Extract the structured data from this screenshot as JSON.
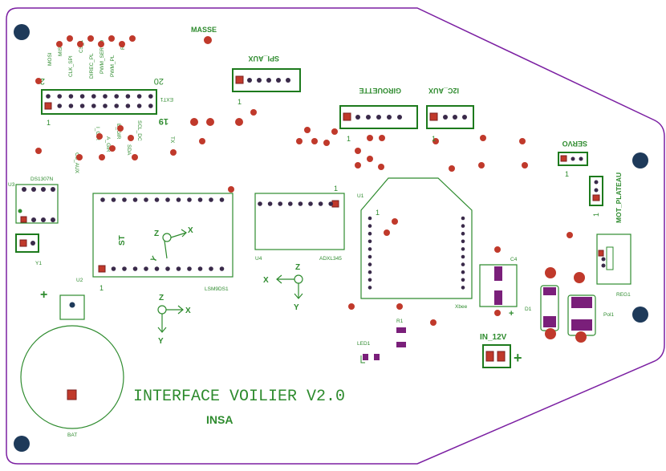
{
  "board": {
    "title": "INTERFACE VOILIER V2.0",
    "logo": "INSA",
    "outline_color": "#7b1fa2",
    "silk_color": "#2e8b2e",
    "pad_color": "#c0392b",
    "smd_color": "#7a1f7a",
    "mount_hole_color": "#1e3a5a"
  },
  "labels": {
    "masse": "MASSE",
    "spi_aux": "SPI_AUX",
    "ext1": "EXT1",
    "ext1_pin2": "2",
    "ext1_pin20": "20",
    "ext1_pin1": "1",
    "ext1_pin19": "19",
    "girouette": "GIROUETTE",
    "i2c_aux": "I2C_AUX",
    "servo": "SERVO",
    "mot_plateau": "MOT_PLATEAU",
    "ds1307n": "DS1307N",
    "u3": "U3",
    "y1": "Y1",
    "u2": "U2",
    "st": "ST",
    "lsm": "LSM9DS1",
    "u4": "U4",
    "adxl": "ADXL345",
    "u1": "U1",
    "xbee": "Xbee",
    "c4": "C4",
    "d1": "D1",
    "pol1": "Pol1",
    "reg1": "REG1",
    "in12v": "IN_12V",
    "r1": "R1",
    "led1": "LED1",
    "bat": "BAT",
    "one": "1",
    "plus": "+",
    "axis_x": "X",
    "axis_y": "Y",
    "axis_z": "Z"
  },
  "pin_labels_top": [
    "MOSI",
    "MISO",
    "CLK_SPI",
    "CS_1",
    "DIREC_PL",
    "PWM_SERVO",
    "PWM_PL",
    "RX"
  ],
  "pin_labels_bottom": [
    "CS_AUX",
    "I_GIR",
    "A_GIR",
    "B_GIR",
    "SDA",
    "SCL_DC",
    "TX"
  ]
}
